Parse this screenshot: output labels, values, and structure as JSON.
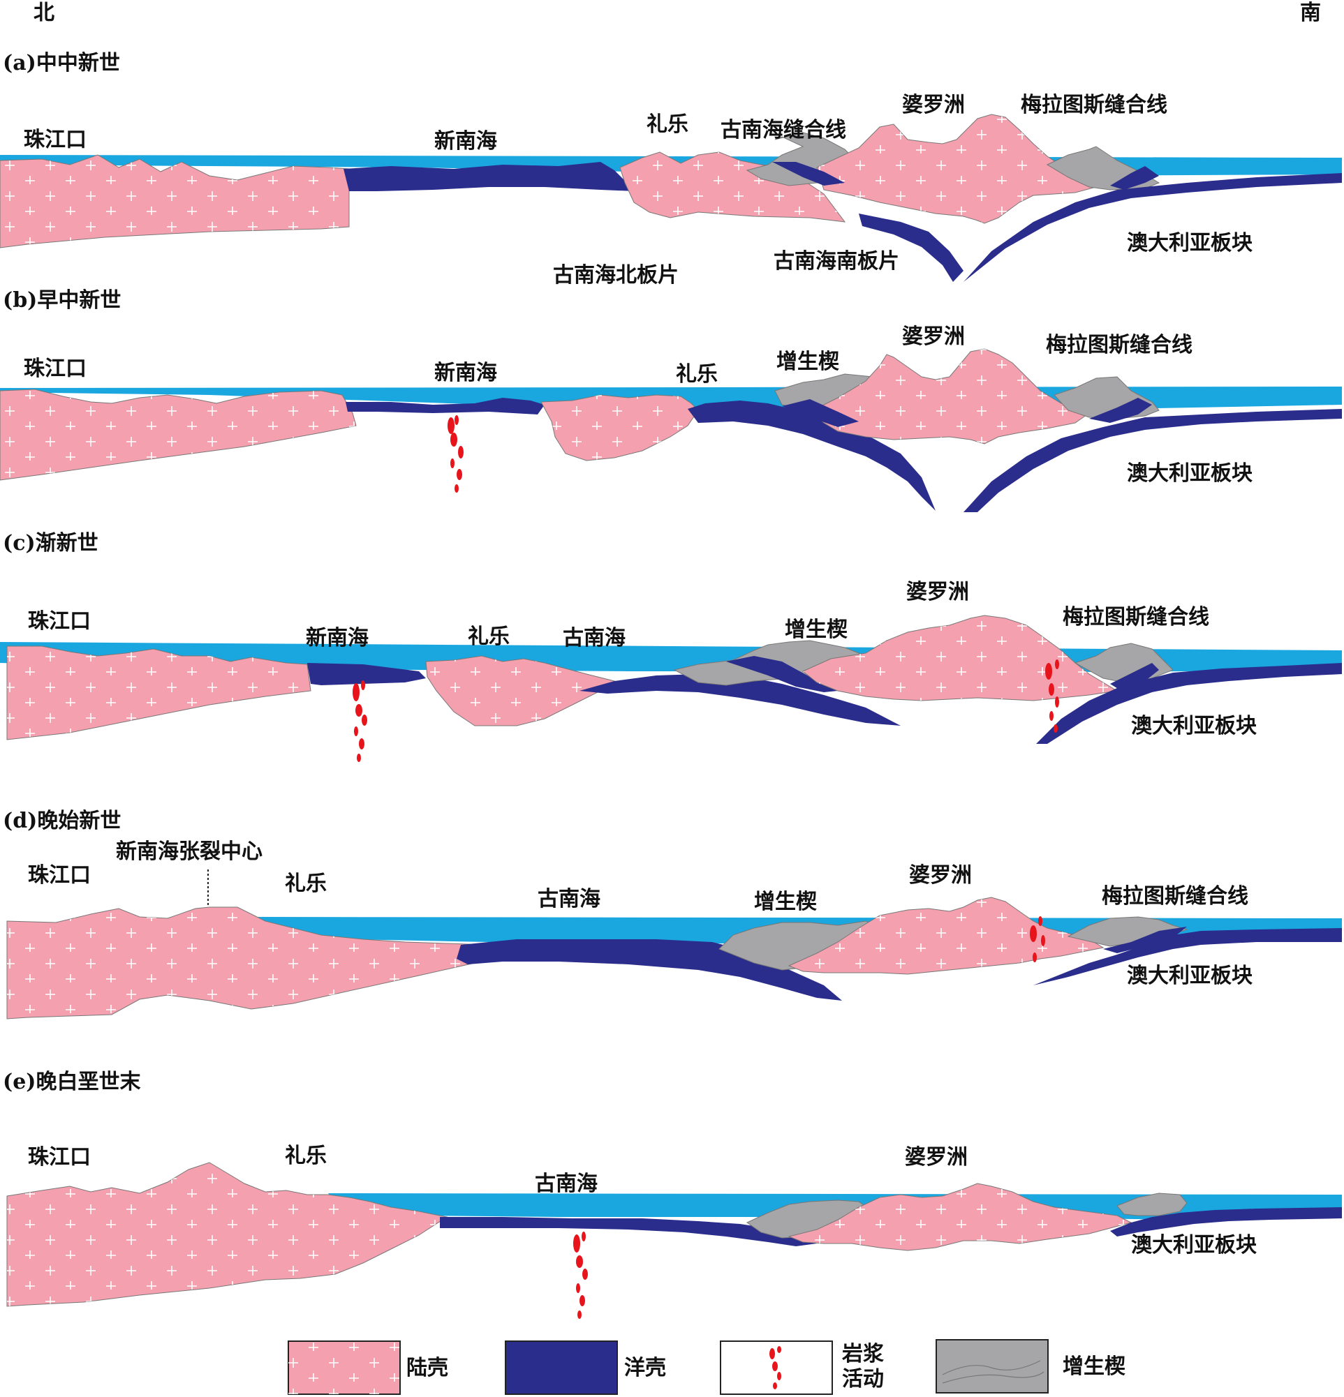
{
  "orientation": {
    "north": "北",
    "south": "南"
  },
  "colors": {
    "continental_crust": "#f4a0ae",
    "oceanic_crust": "#2b2d8c",
    "sea_water": "#1aa7e0",
    "accretionary_wedge": "#a6a6a8",
    "magma": "#e8141b"
  },
  "panels": [
    {
      "title": "(a)中中新世",
      "labels": {
        "pearl_river_mouth": "珠江口",
        "new_south_china_sea": "新南海",
        "reed_bank": "礼乐",
        "proto_scs_suture": "古南海缝合线",
        "borneo": "婆罗洲",
        "meratus_suture": "梅拉图斯缝合线",
        "proto_scs_north_slab": "古南海北板片",
        "proto_scs_south_slab": "古南海南板片",
        "australian_plate": "澳大利亚板块"
      }
    },
    {
      "title": "(b)早中新世",
      "labels": {
        "pearl_river_mouth": "珠江口",
        "new_south_china_sea": "新南海",
        "reed_bank": "礼乐",
        "accretionary_wedge": "增生楔",
        "borneo": "婆罗洲",
        "meratus_suture": "梅拉图斯缝合线",
        "australian_plate": "澳大利亚板块"
      }
    },
    {
      "title": "(c)渐新世",
      "labels": {
        "pearl_river_mouth": "珠江口",
        "new_south_china_sea": "新南海",
        "reed_bank": "礼乐",
        "proto_scs": "古南海",
        "accretionary_wedge": "增生楔",
        "borneo": "婆罗洲",
        "meratus_suture": "梅拉图斯缝合线",
        "australian_plate": "澳大利亚板块"
      }
    },
    {
      "title": "(d)晚始新世",
      "labels": {
        "rift_center": "新南海张裂中心",
        "pearl_river_mouth": "珠江口",
        "reed_bank": "礼乐",
        "proto_scs": "古南海",
        "accretionary_wedge": "增生楔",
        "borneo": "婆罗洲",
        "meratus_suture": "梅拉图斯缝合线",
        "australian_plate": "澳大利亚板块"
      }
    },
    {
      "title": "(e)晚白垩世末",
      "labels": {
        "pearl_river_mouth": "珠江口",
        "reed_bank": "礼乐",
        "proto_scs": "古南海",
        "borneo": "婆罗洲",
        "australian_plate": "澳大利亚板块"
      }
    }
  ],
  "legend": {
    "continental_crust": "陆壳",
    "oceanic_crust": "洋壳",
    "magmatism": [
      "岩浆",
      "活动"
    ],
    "accretionary_wedge": "增生楔"
  }
}
